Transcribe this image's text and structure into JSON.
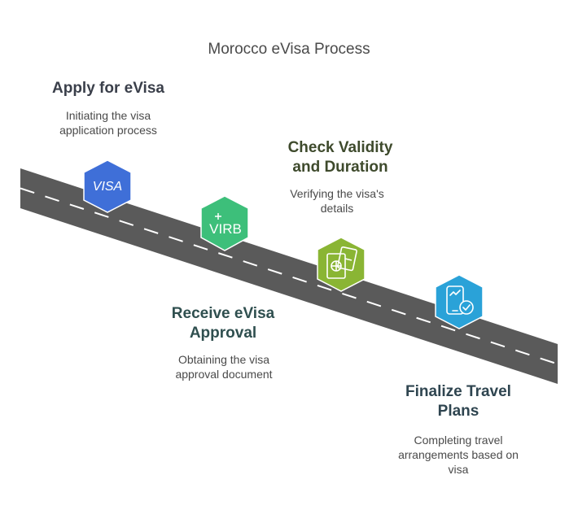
{
  "title": "Morocco eVisa Process",
  "steps": [
    {
      "title": "Apply for eVisa",
      "description": "Initiating the visa application process",
      "icon": "visa-icon",
      "color": "#3f6fd8",
      "icon_text": "VISA"
    },
    {
      "title": "Receive eVisa Approval",
      "description": "Obtaining the visa approval document",
      "icon": "approval-document-icon",
      "color": "#3dbf7a",
      "icon_text": "VIRB"
    },
    {
      "title": "Check Validity and Duration",
      "description": "Verifying the visa's details",
      "icon": "passport-tickets-icon",
      "color": "#8ab534"
    },
    {
      "title": "Finalize Travel Plans",
      "description": "Completing travel arrangements based on visa",
      "icon": "mobile-checkmark-icon",
      "color": "#2aa2d8"
    }
  ],
  "colors": {
    "road": "#5a5a5a",
    "lane_marking": "#ffffff",
    "title_text": "#4a4a4a",
    "step_title_1": "#3a3f4a",
    "step_title_2": "#2f4f4f",
    "step_title_3": "#3e4a2c",
    "step_title_4": "#2f4550"
  }
}
